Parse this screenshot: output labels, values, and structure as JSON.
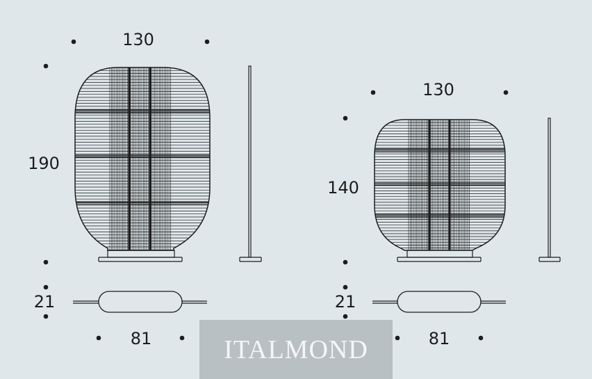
{
  "large_lamp": {
    "width_label": "130",
    "height_label": "190",
    "base_depth_label": "21",
    "base_width_label": "81"
  },
  "small_lamp": {
    "width_label": "130",
    "height_label": "140",
    "base_depth_label": "21",
    "base_width_label": "81"
  },
  "watermark": {
    "text": "ITALMOND"
  },
  "colors": {
    "background": "#dfe7ea",
    "line": "#1d1d1d",
    "watermark_bg": "#b9c0c3",
    "watermark_text": "#f4f6f7"
  }
}
